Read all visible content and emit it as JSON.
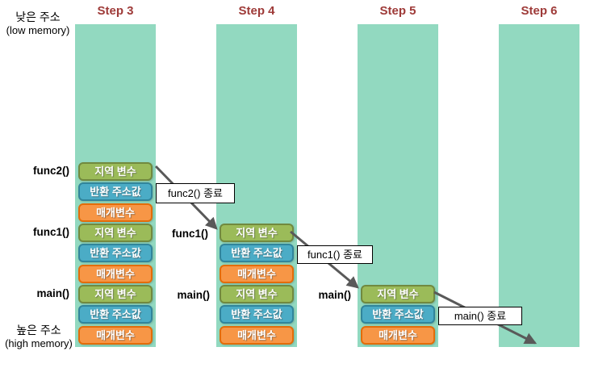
{
  "memory_labels": {
    "low_ko": "낮은 주소",
    "low_en": "(low memory)",
    "high_ko": "높은 주소",
    "high_en": "(high memory)"
  },
  "steps": [
    {
      "header": "Step 3"
    },
    {
      "header": "Step 4"
    },
    {
      "header": "Step 5"
    },
    {
      "header": "Step 6"
    }
  ],
  "function_labels": {
    "func2": "func2()",
    "func1": "func1()",
    "main": "main()"
  },
  "stack_box_labels": {
    "local_vars": "지역 변수",
    "return_addr": "반환 주소값",
    "params": "매개변수"
  },
  "annotations": {
    "func2_end": "func2() 종료",
    "func1_end": "func1() 종료",
    "main_end": "main() 종료"
  },
  "colors": {
    "step_header": "#9e3a38",
    "column_bg": "#92d9c0",
    "arrow": "#595959",
    "green_fill": "#9bbb59",
    "green_border": "#71893f",
    "blue_fill": "#4bacc6",
    "blue_border": "#31859b",
    "orange_fill": "#f79646",
    "orange_border": "#e36c09"
  }
}
